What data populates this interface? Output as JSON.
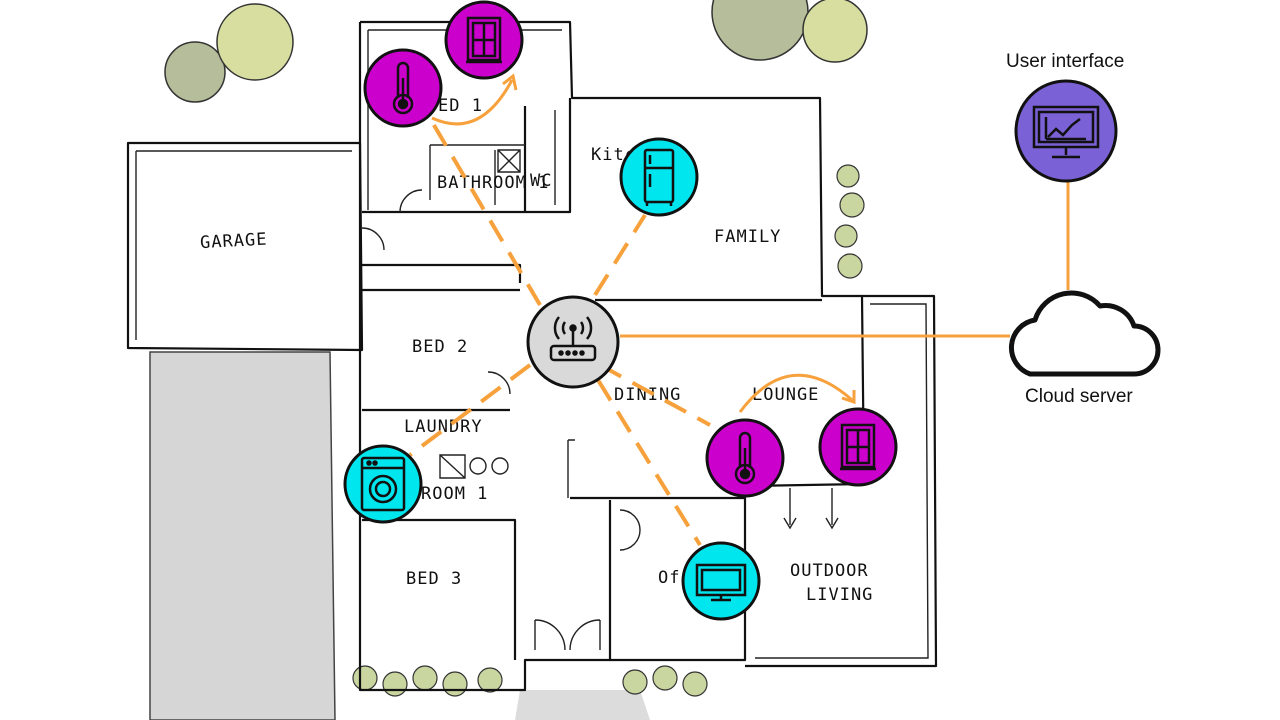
{
  "rooms": {
    "garage": "GARAGE",
    "bed1": "ED 1",
    "bathroom": "BATHROOM 1",
    "wc": "WC",
    "kitchen": "Kitch",
    "family": "FAMILY",
    "bed2": "BED 2",
    "laundry": "LAUNDRY",
    "bathroom_lower": "ROOM 1",
    "dining": "DINING",
    "lounge": "LOUNGE",
    "bed3": "BED 3",
    "office": "Of",
    "outdoor_line1": "OUTDOOR",
    "outdoor_line2": "LIVING"
  },
  "labels": {
    "user_interface": "User interface",
    "cloud_server": "Cloud server"
  },
  "devices": [
    {
      "id": "thermostat-bed1",
      "kind": "thermometer-icon",
      "color": "#cc00cc"
    },
    {
      "id": "window-bed1",
      "kind": "window-icon",
      "color": "#cc00cc"
    },
    {
      "id": "fridge-kitchen",
      "kind": "fridge-icon",
      "color": "#00e6ee"
    },
    {
      "id": "router-hub",
      "kind": "router-icon",
      "color": "#d9d9d9"
    },
    {
      "id": "washer-laundry",
      "kind": "washing-machine-icon",
      "color": "#00e6ee"
    },
    {
      "id": "thermostat-lounge",
      "kind": "thermometer-icon",
      "color": "#cc00cc"
    },
    {
      "id": "window-lounge",
      "kind": "window-icon",
      "color": "#cc00cc"
    },
    {
      "id": "tv-office",
      "kind": "tv-icon",
      "color": "#00e6ee"
    },
    {
      "id": "user-interface",
      "kind": "monitor-chart-icon",
      "color": "#7b61d6"
    },
    {
      "id": "cloud-server",
      "kind": "cloud-icon",
      "color": "#ffffff"
    }
  ],
  "colors": {
    "connection": "#f7a13c",
    "climate_device": "#cc00cc",
    "appliance_device": "#00e6ee",
    "hub": "#d9d9d9",
    "interface": "#7b61d6",
    "driveway": "#d6d6d6",
    "foliage": "#c9d6a0"
  }
}
